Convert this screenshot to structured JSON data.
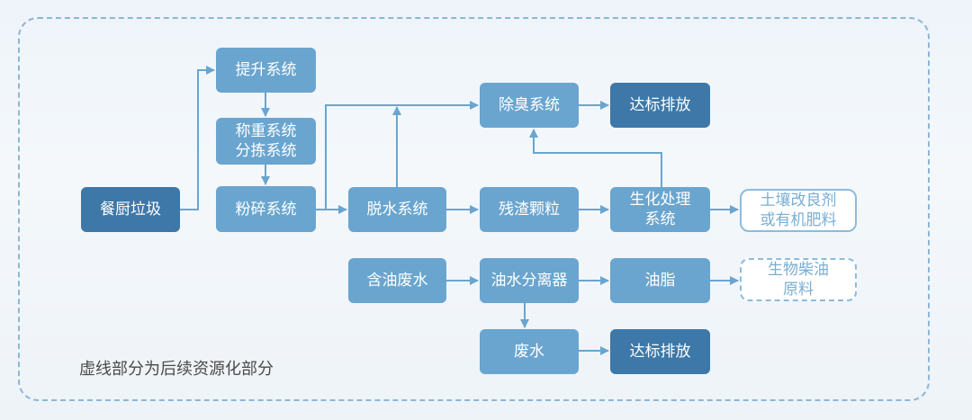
{
  "nodes": {
    "kitchen_waste": "餐厨垃圾",
    "lifting": "提升系统",
    "weighing_sorting": "称重系统\n分拣系统",
    "crushing": "粉碎系统",
    "dewatering": "脱水系统",
    "deodorization": "除臭系统",
    "discharge_top": "达标排放",
    "residue": "残渣颗粒",
    "bio_treatment": "生化处理\n系统",
    "soil_conditioner": "土壤改良剂\n或有机肥料",
    "oily_wastewater": "含油废水",
    "oil_water_separator": "油水分离器",
    "grease": "油脂",
    "biodiesel": "生物柴油\n原料",
    "wastewater": "废水",
    "discharge_bottom": "达标排放"
  },
  "note": "虚线部分为后续资源化部分",
  "colors": {
    "light_box": "#6aa5cf",
    "dark_box": "#3d78a8",
    "arrow": "#6aa5cf",
    "dashed_frame": "#8cb7d6"
  }
}
